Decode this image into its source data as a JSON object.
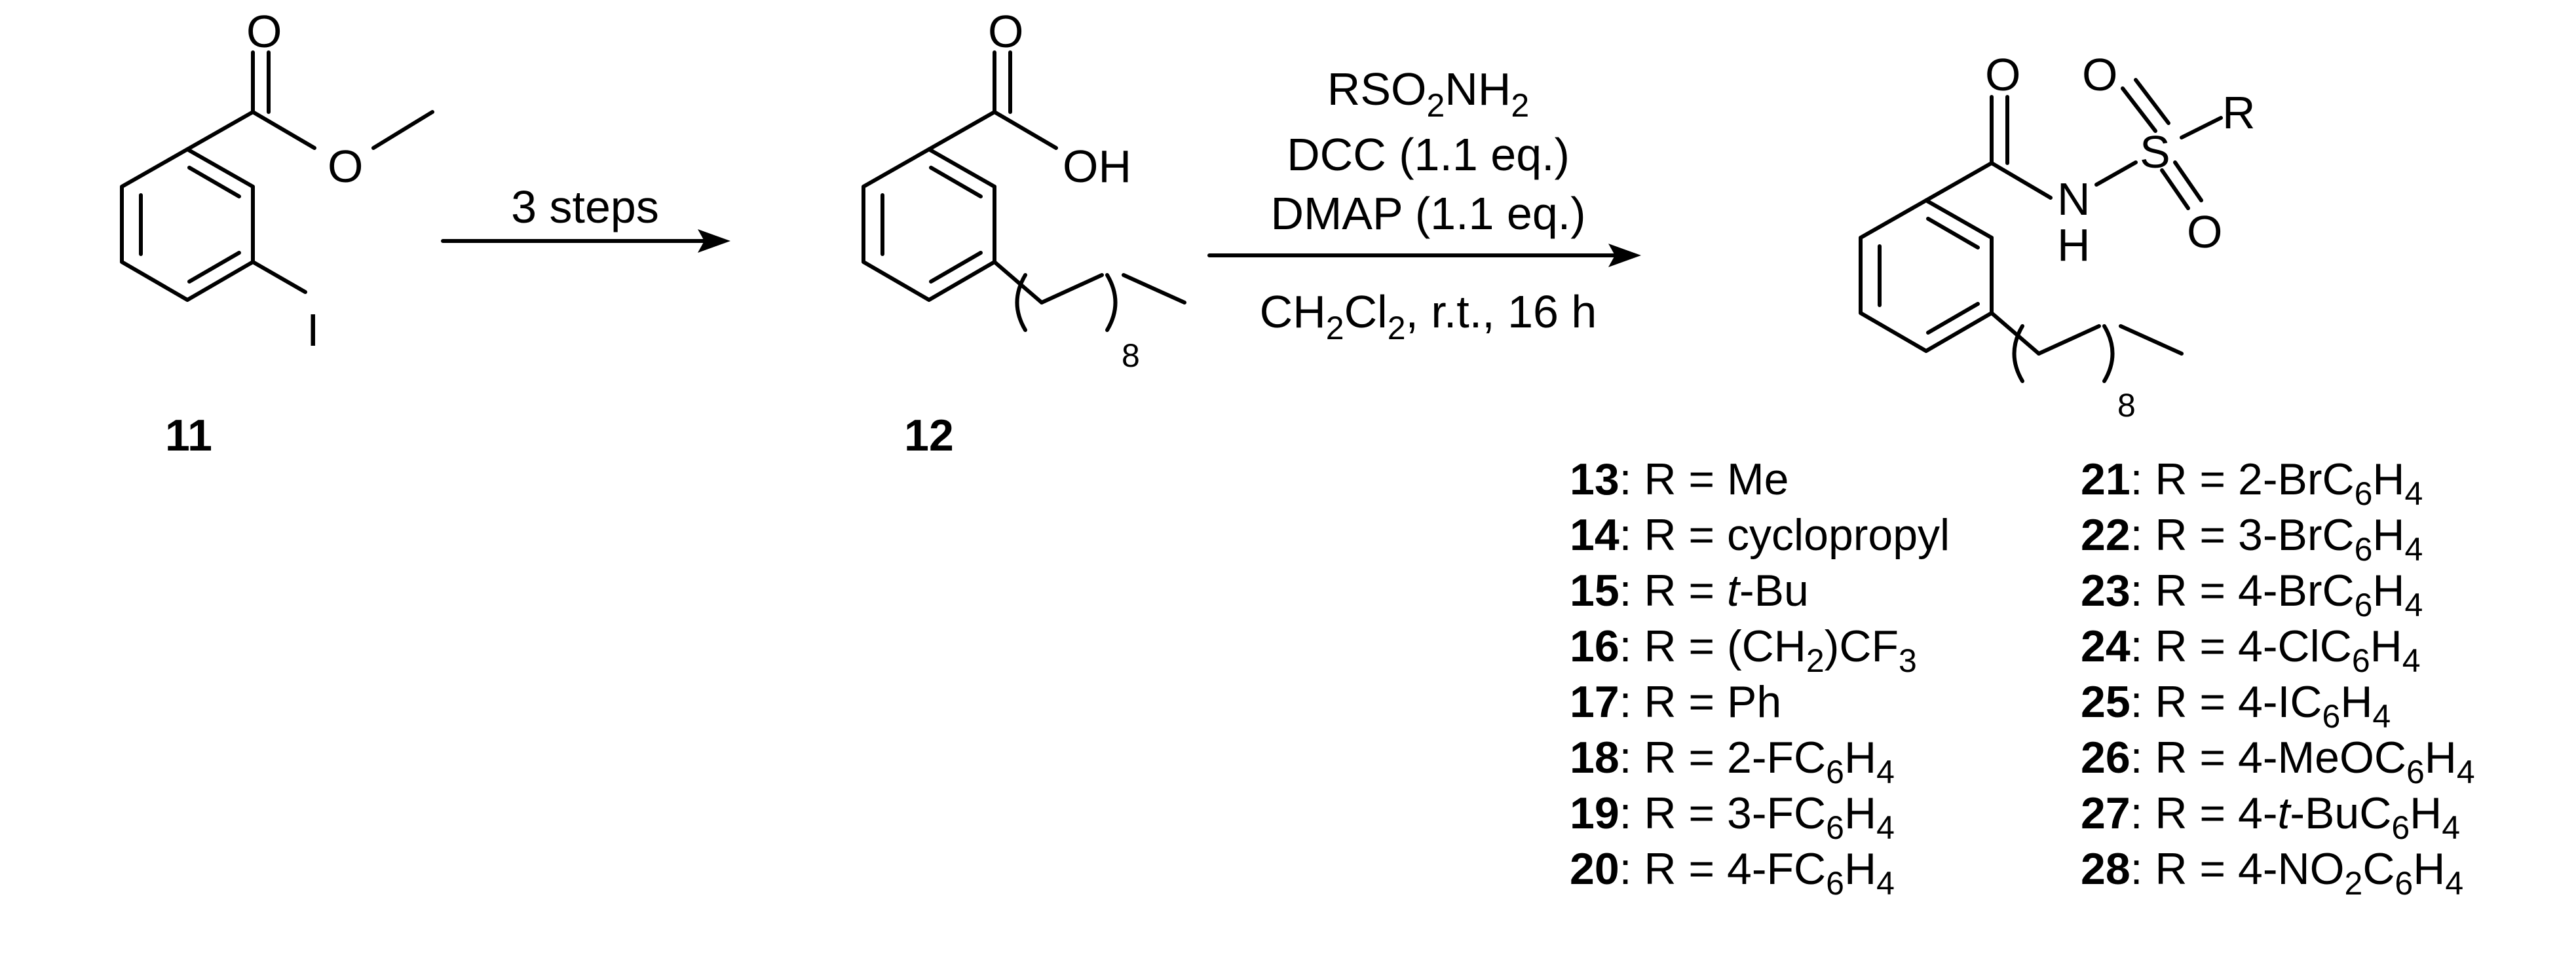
{
  "compounds": {
    "c11": "11",
    "c12": "12"
  },
  "atoms": {
    "o": "O",
    "i": "I",
    "oh": "OH",
    "n": "N",
    "h": "H",
    "s": "S",
    "r": "R",
    "chain_n": "8"
  },
  "step1": {
    "label": "3 steps"
  },
  "step2": {
    "reagent1": {
      "a": "RSO",
      "b": "2",
      "c": "NH",
      "d": "2"
    },
    "reagent2": "DCC (1.1 eq.)",
    "reagent3": "DMAP (1.1 eq.)",
    "solvent": {
      "a": "CH",
      "b": "2",
      "c": "Cl",
      "d": "2",
      "e": ", r.t., 16 h"
    }
  },
  "substituents": {
    "prefix": ": R = ",
    "left": [
      {
        "id": "13",
        "r": "Me"
      },
      {
        "id": "14",
        "r": "cyclopropyl"
      },
      {
        "id": "15",
        "r_italic": "t",
        "r_rest": "-Bu"
      },
      {
        "id": "16",
        "r_a": "(CH",
        "r_sub1": "2",
        "r_b": ")CF",
        "r_sub2": "3"
      },
      {
        "id": "17",
        "r": "Ph"
      },
      {
        "id": "18",
        "r_a": "2-FC",
        "r_sub1": "6",
        "r_b": "H",
        "r_sub2": "4"
      },
      {
        "id": "19",
        "r_a": "3-FC",
        "r_sub1": "6",
        "r_b": "H",
        "r_sub2": "4"
      },
      {
        "id": "20",
        "r_a": "4-FC",
        "r_sub1": "6",
        "r_b": "H",
        "r_sub2": "4"
      }
    ],
    "right": [
      {
        "id": "21",
        "r_a": "2-BrC",
        "r_sub1": "6",
        "r_b": "H",
        "r_sub2": "4"
      },
      {
        "id": "22",
        "r_a": "3-BrC",
        "r_sub1": "6",
        "r_b": "H",
        "r_sub2": "4"
      },
      {
        "id": "23",
        "r_a": "4-BrC",
        "r_sub1": "6",
        "r_b": "H",
        "r_sub2": "4"
      },
      {
        "id": "24",
        "r_a": "4-ClC",
        "r_sub1": "6",
        "r_b": "H",
        "r_sub2": "4"
      },
      {
        "id": "25",
        "r_a": "4-IC",
        "r_sub1": "6",
        "r_b": "H",
        "r_sub2": "4"
      },
      {
        "id": "26",
        "r_a": "4-MeOC",
        "r_sub1": "6",
        "r_b": "H",
        "r_sub2": "4"
      },
      {
        "id": "27",
        "r_a": "4-",
        "r_italic": "t",
        "r_b": "-BuC",
        "r_sub1": "6",
        "r_c": "H",
        "r_sub2": "4"
      },
      {
        "id": "28",
        "r_a": "4-NO",
        "r_sub1": "2",
        "r_b": "C",
        "r_sub2": "6",
        "r_c": "H",
        "r_sub3": "4"
      }
    ]
  }
}
